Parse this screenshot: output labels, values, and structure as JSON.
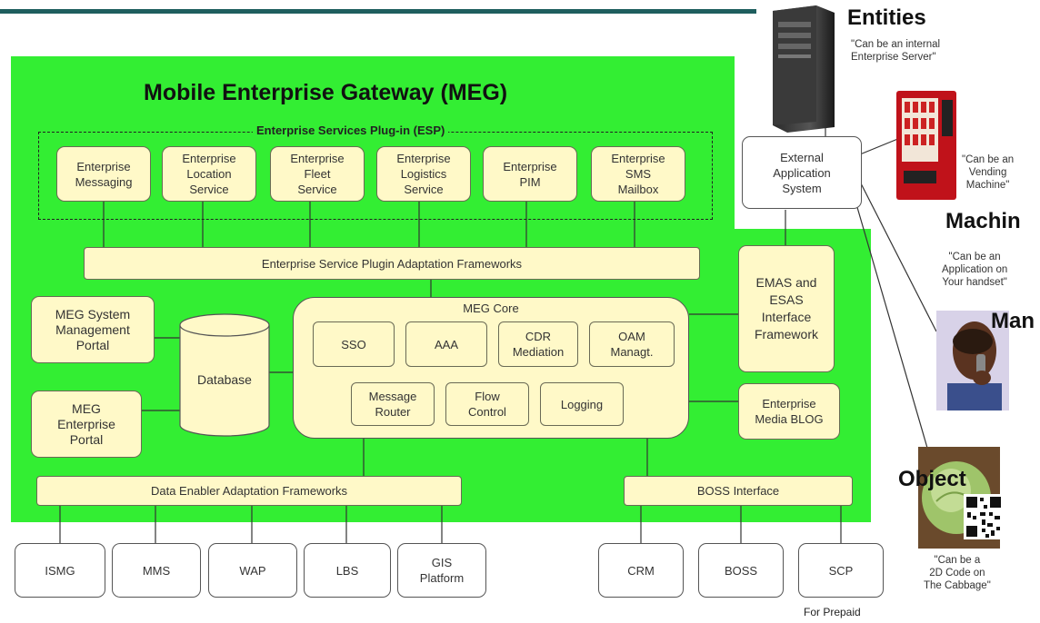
{
  "meg": {
    "title": "Mobile Enterprise Gateway (MEG)",
    "esp_title": "Enterprise Services Plug-in (ESP)",
    "plugins": [
      "Enterprise\nMessaging",
      "Enterprise\nLocation\nService",
      "Enterprise\nFleet\nService",
      "Enterprise\nLogistics\nService",
      "Enterprise\nPIM",
      "Enterprise\nSMS\nMailbox"
    ],
    "adaptation": "Enterprise Service Plugin Adaptation Frameworks",
    "emas": "EMAS and\nESAS\nInterface\nFramework",
    "sys_portal": "MEG System\nManagement\nPortal",
    "ent_portal": "MEG\nEnterprise\nPortal",
    "database": "Database",
    "core": {
      "title": "MEG Core",
      "row1": [
        "SSO",
        "AAA",
        "CDR\nMediation",
        "OAM\nManagt."
      ],
      "row2": [
        "Message\nRouter",
        "Flow\nControl",
        "Logging"
      ]
    },
    "media_blog": "Enterprise\nMedia BLOG",
    "data_enabler": "Data Enabler Adaptation Frameworks",
    "boss_interface": "BOSS Interface",
    "bottom_left": [
      "ISMG",
      "MMS",
      "WAP",
      "LBS",
      "GIS\nPlatform"
    ],
    "bottom_right": [
      "CRM",
      "BOSS",
      "SCP"
    ],
    "for_prepaid": "For Prepaid"
  },
  "external": {
    "system": "External\nApplication\nSystem",
    "entities": "Entities",
    "entities_note": "\"Can be an internal\nEnterprise Server\"",
    "vending_note": "\"Can be an\nVending\nMachine\"",
    "machine": "Machin",
    "app_note": "\"Can be an\nApplication on\nYour handset\"",
    "man": "Man",
    "object": "Object",
    "cabbage_note": "\"Can be a\n2D Code on\nThe Cabbage\""
  },
  "colors": {
    "green": "#33ee33",
    "box": "#fff9c8",
    "rule": "#1e5e5e"
  }
}
